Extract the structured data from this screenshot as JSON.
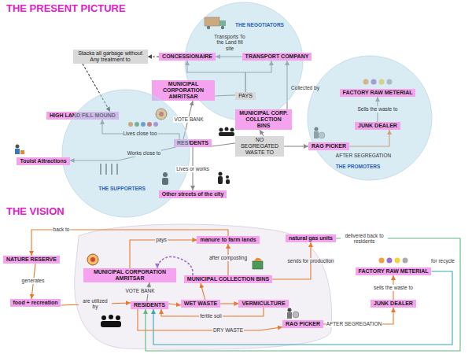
{
  "diagram": {
    "title": "THE PRESENT PICTURE",
    "nodes": [
      {
        "text": [
          "THE NEGOTIATORS"
        ]
      },
      {
        "text": [
          "CONCESSIONAIRE"
        ],
        "in": 0
      },
      {
        "text": [
          "TRANSPORT COMPANY"
        ],
        "in": 0
      },
      {
        "text": [
          "PAYS"
        ],
        "in": 0
      },
      {
        "text": [
          "Stacks all garbage without Any treatment to"
        ]
      },
      {
        "text": [
          "MUNICIPAL CORPORATION AMRITSAR"
        ]
      },
      {
        "text": [
          "MUNICIPAL CORP. COLLECTION BINS"
        ]
      },
      {
        "text": [
          "THE PROMOTERS"
        ]
      },
      {
        "text": [
          "FACTORY RAW METERIAL"
        ],
        "in": 7
      },
      {
        "text": [
          "JUNK DEALER"
        ],
        "in": 7
      },
      {
        "text": [
          "HIGH LAND FILL MOUND"
        ]
      },
      {
        "text": [
          "RESIDENTS"
        ]
      },
      {
        "text": [
          "NO SEGREGATED WASTE TO"
        ]
      },
      {
        "text": [
          "RAG PICKER"
        ]
      },
      {
        "text": [
          "THE SUPPORTERS"
        ]
      },
      {
        "text": [
          "Touist Attractions"
        ]
      },
      {
        "text": [
          "Other streets of the city"
        ]
      },
      {
        "text": [
          "natural gas units"
        ]
      },
      {
        "text": [
          "manure to farm lands"
        ]
      },
      {
        "text": [
          "NATURE RESERVE"
        ]
      },
      {
        "text": [
          "FACTORY RAW METERIAL"
        ]
      },
      {
        "text": [
          "MUNICIPAL COLLECTION BINS"
        ]
      },
      {
        "text": [
          "MUNICIPAL CORPORATION AMRITSAR"
        ]
      },
      {
        "text": [
          "food + recreation"
        ]
      },
      {
        "text": [
          "RESIDENTS"
        ]
      },
      {
        "text": [
          "WET WASTE"
        ]
      },
      {
        "text": [
          "VERMICULTURE"
        ]
      },
      {
        "text": [
          "JUNK DEALER"
        ]
      },
      {
        "text": [
          "RAG PICKER"
        ]
      }
    ],
    "edges": [
      {
        "from": 1,
        "to": 4,
        "arrow": "to"
      },
      {
        "from": 4,
        "to": 10,
        "arrow": "to"
      },
      {
        "from": 2,
        "to": 1,
        "arrow": "to",
        "label": "Transports To the Land fill site"
      },
      {
        "from": 5,
        "to": 3,
        "arrow": "none"
      },
      {
        "from": 3,
        "to": 1,
        "arrow": "to"
      },
      {
        "from": 3,
        "to": 2,
        "arrow": "to"
      },
      {
        "from": 6,
        "to": 2,
        "arrow": "to",
        "label": "Collected by"
      },
      {
        "from": 11,
        "to": 5,
        "arrow": "to",
        "label": "VOTE BANK"
      },
      {
        "from": 11,
        "to": 12,
        "arrow": "none"
      },
      {
        "from": 12,
        "to": 13,
        "arrow": "to"
      },
      {
        "from": 12,
        "to": 6,
        "arrow": "to"
      },
      {
        "from": 13,
        "to": 9,
        "arrow": "to",
        "label": "AFTER SEGREGATION"
      },
      {
        "from": 9,
        "to": 8,
        "arrow": "to",
        "label": "Sells the waste to"
      },
      {
        "from": 11,
        "to": 10,
        "arrow": "to",
        "label": "Lives close too"
      },
      {
        "from": 11,
        "to": 15,
        "arrow": "to",
        "label": "Works close to"
      },
      {
        "from": 11,
        "to": 16,
        "arrow": "to",
        "label": "Lives or works"
      },
      {
        "from": 18,
        "to": 19,
        "arrow": "to",
        "label": "back to"
      },
      {
        "from": 22,
        "to": 18,
        "arrow": "to",
        "label": "pays"
      },
      {
        "from": 21,
        "to": 18,
        "arrow": "to",
        "label": "after composting"
      },
      {
        "from": 21,
        "to": 17,
        "arrow": "to",
        "label": "sends for production"
      },
      {
        "from": 17,
        "to": 24,
        "arrow": "to",
        "label": "delivered back to residents"
      },
      {
        "from": 20,
        "to": 24,
        "arrow": "to",
        "label": "for recycle"
      },
      {
        "from": 19,
        "to": 23,
        "arrow": "to",
        "label": "generates"
      },
      {
        "from": 23,
        "to": 24,
        "arrow": "to",
        "label": "are utilized by"
      },
      {
        "from": 24,
        "to": 22,
        "arrow": "to",
        "label": "VOTE BANK"
      },
      {
        "from": 24,
        "to": 25,
        "arrow": "to"
      },
      {
        "from": 25,
        "to": 21,
        "arrow": "to"
      },
      {
        "from": 25,
        "to": 26,
        "arrow": "to"
      },
      {
        "from": 26,
        "to": 24,
        "arrow": "to",
        "label": "fertile soil"
      },
      {
        "from": 24,
        "to": 28,
        "arrow": "to",
        "label": "DRY WASTE"
      },
      {
        "from": 28,
        "to": 27,
        "arrow": "to",
        "label": "AFTER SEGREGATION"
      },
      {
        "from": 27,
        "to": 20,
        "arrow": "to",
        "label": "sells the waste to"
      },
      {
        "from": 21,
        "to": 22,
        "arrow": "to"
      }
    ],
    "labels": [
      "THE VISION"
    ]
  }
}
